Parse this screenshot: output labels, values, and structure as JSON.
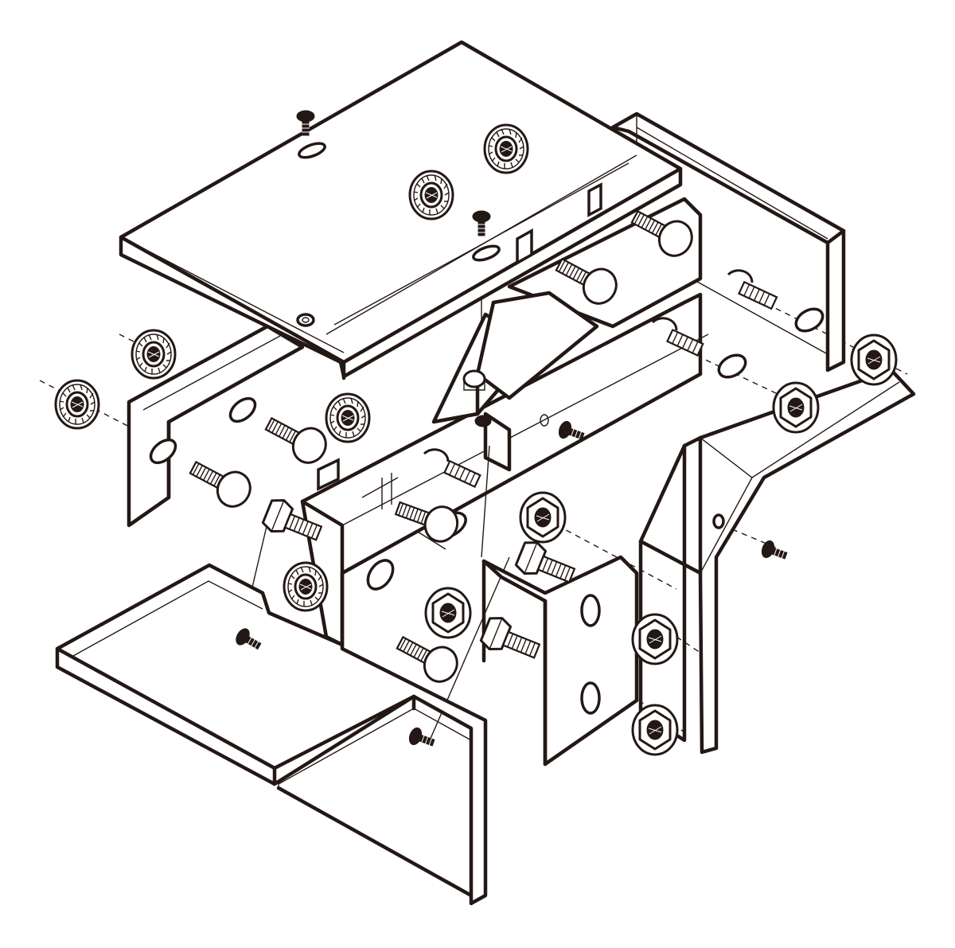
{
  "diagram": {
    "kind": "exploded-assembly",
    "line_color": "#231815",
    "background": "#ffffff",
    "parts": [
      "top-cover-plate",
      "left-side-plate",
      "center-inner-plate",
      "right-back-plate",
      "right-bent-side-plate",
      "bottom-base-plate",
      "front-vertical-plate",
      "center-small-bracket",
      "flange-nuts",
      "hex-flange-nuts",
      "carriage-bolts",
      "hex-bolts",
      "small-screws"
    ]
  }
}
